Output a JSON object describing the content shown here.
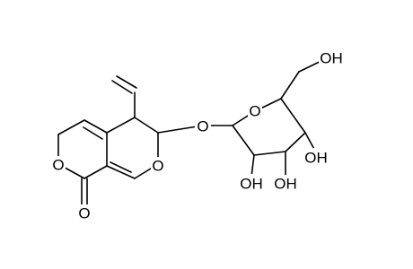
{
  "molecule": {
    "labels": {
      "ring_o_upper": "O",
      "ring_o_lower": "O",
      "carbonyl_o": "O",
      "glycosidic_o": "O",
      "sugar_ring_o": "O",
      "oh_ch2": "OH",
      "oh_c4": "OH",
      "oh_c3": "OH",
      "oh_c2": "OH"
    },
    "colors": {
      "bond": "#000000",
      "label": "#000000",
      "background": "#ffffff"
    }
  }
}
